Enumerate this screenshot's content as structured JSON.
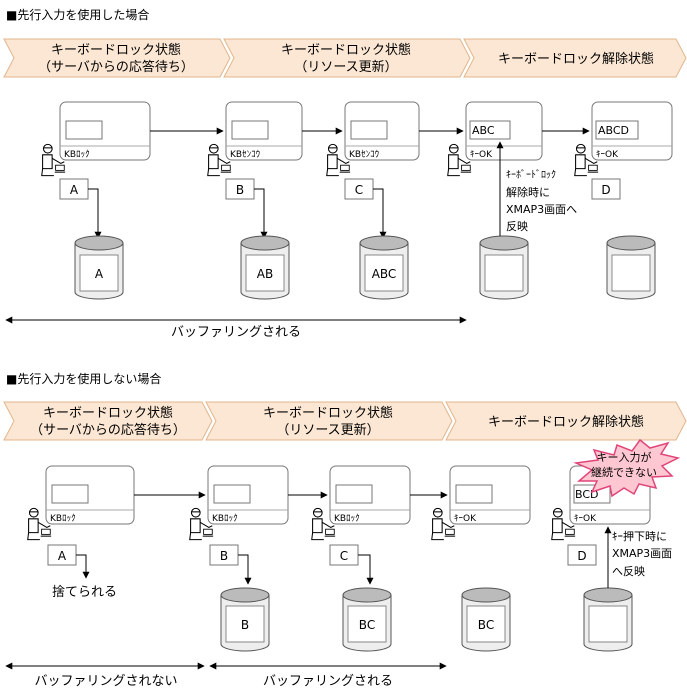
{
  "section1": {
    "heading": "■先行入力を使用した場合",
    "phases": [
      {
        "line1": "キーボードロック状態",
        "line2": "（サーバからの応答待ち）"
      },
      {
        "line1": "キーボードロック状態",
        "line2": "（リソース更新）"
      },
      {
        "line1": "キーボードロック解除状態",
        "line2": ""
      }
    ],
    "screens": [
      {
        "status": "KBﾛｯｸ",
        "field": ""
      },
      {
        "status": "KBｾﾝｺｳ",
        "field": ""
      },
      {
        "status": "KBｾﾝｺｳ",
        "field": ""
      },
      {
        "status": "ｷｰOK",
        "field": "ABC"
      },
      {
        "status": "ｷｰOK",
        "field": "ABCD"
      }
    ],
    "keys": [
      "A",
      "B",
      "C",
      "D"
    ],
    "drums": [
      "A",
      "AB",
      "ABC",
      "",
      ""
    ],
    "note": [
      "ｷｰﾎﾞｰﾄﾞﾛｯｸ",
      "解除時に",
      "XMAP3画面へ",
      "反映"
    ],
    "buffer_label": "バッファリングされる"
  },
  "section2": {
    "heading": "■先行入力を使用しない場合",
    "phases": [
      {
        "line1": "キーボードロック状態",
        "line2": "（サーバからの応答待ち）"
      },
      {
        "line1": "キーボードロック状態",
        "line2": "（リソース更新）"
      },
      {
        "line1": "キーボードロック解除状態",
        "line2": ""
      }
    ],
    "screens": [
      {
        "status": "KBﾛｯｸ",
        "field": ""
      },
      {
        "status": "KBﾛｯｸ",
        "field": ""
      },
      {
        "status": "KBﾛｯｸ",
        "field": ""
      },
      {
        "status": "ｷｰOK",
        "field": ""
      },
      {
        "status": "ｷｰOK",
        "field": "BCD"
      }
    ],
    "keys": [
      "A",
      "B",
      "C",
      "D"
    ],
    "discard": "捨てられる",
    "drums": [
      "B",
      "BC",
      "BC",
      ""
    ],
    "starburst": [
      "キー入力が",
      "継続できない"
    ],
    "note": [
      "ｷｰ押下時に",
      "XMAP3画面",
      "へ反映"
    ],
    "buffer_left": "バッファリングされない",
    "buffer_right": "バッファリングされる"
  },
  "colors": {
    "phase_fill": "#fbe7d3",
    "phase_stroke": "#e3b58c",
    "burst_fill": "#ffc7d1",
    "burst_stroke": "#e0457a"
  }
}
